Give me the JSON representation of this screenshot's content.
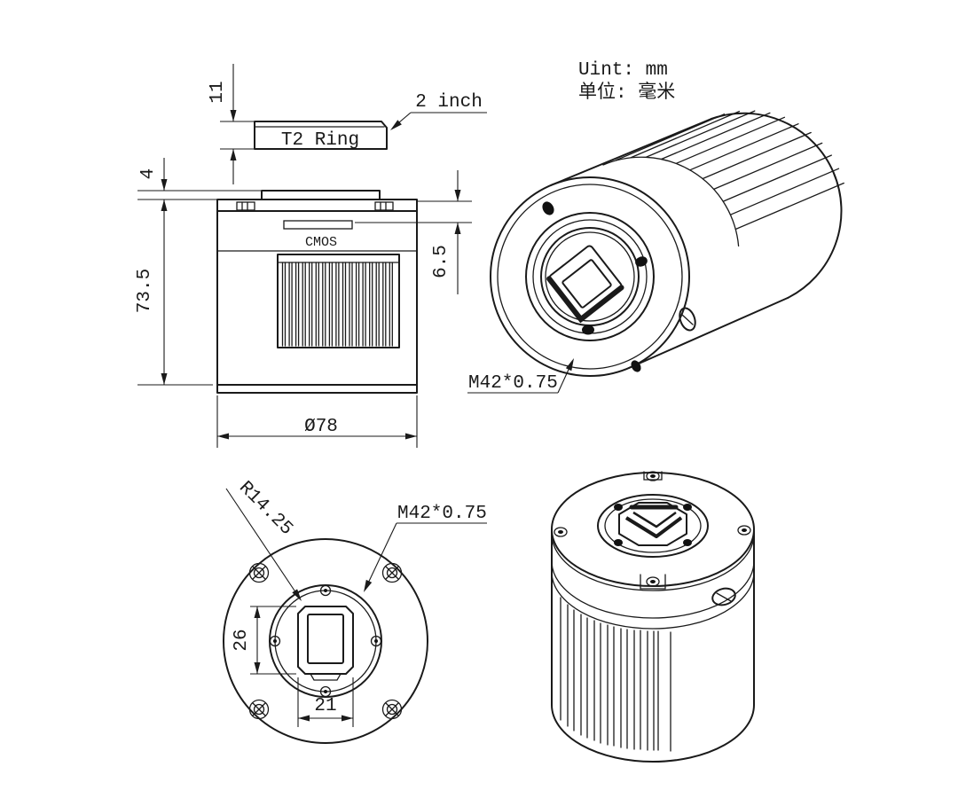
{
  "unit_note": {
    "en": "Uint: mm",
    "zh": "单位: 毫米"
  },
  "side_view": {
    "t2_ring_label": "T2 Ring",
    "two_inch_label": "2 inch",
    "cmos_label": "CMOS",
    "dim_ring_thickness": "11",
    "dim_flange_height": "4",
    "dim_body_height": "73.5",
    "dim_sensor_depth": "6.5",
    "dim_diameter": "Ø78"
  },
  "iso_front_view": {
    "thread_label": "M42*0.75"
  },
  "front_view": {
    "radius_label": "R14.25",
    "thread_label": "M42*0.75",
    "dim_inner_height": "26",
    "dim_inner_width": "21"
  },
  "colors": {
    "line": "#1a1a1a",
    "background": "#ffffff"
  }
}
